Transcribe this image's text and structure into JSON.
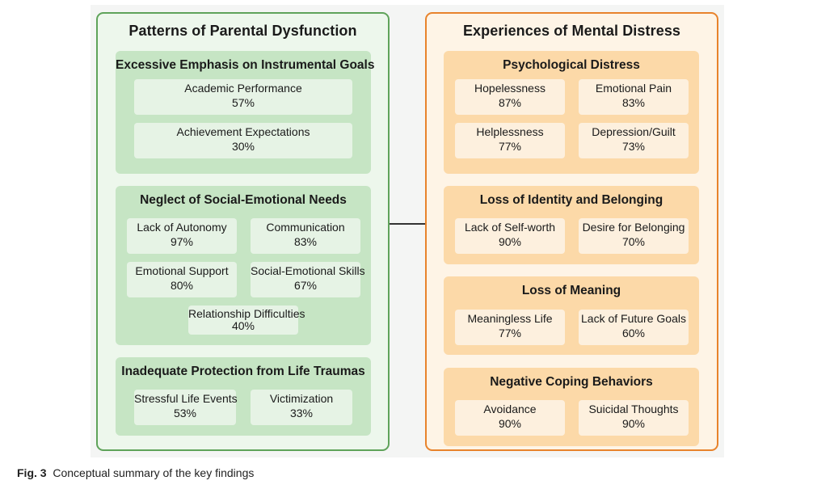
{
  "left_panel": {
    "title": "Patterns of Parental Dysfunction",
    "groups": [
      {
        "title": "Excessive Emphasis on Instrumental Goals",
        "items": [
          {
            "label": "Academic Performance",
            "percent": "57%"
          },
          {
            "label": "Achievement Expectations",
            "percent": "30%"
          }
        ]
      },
      {
        "title": "Neglect of Social-Emotional Needs",
        "items": [
          {
            "label": "Lack of Autonomy",
            "percent": "97%"
          },
          {
            "label": "Communication",
            "percent": "83%"
          },
          {
            "label": "Emotional Support",
            "percent": "80%"
          },
          {
            "label": "Social-Emotional Skills",
            "percent": "67%"
          },
          {
            "label": "Relationship Difficulties",
            "percent": "40%"
          }
        ]
      },
      {
        "title": "Inadequate Protection from Life Traumas",
        "items": [
          {
            "label": "Stressful Life Events",
            "percent": "53%"
          },
          {
            "label": "Victimization",
            "percent": "33%"
          }
        ]
      }
    ]
  },
  "right_panel": {
    "title": "Experiences of Mental Distress",
    "groups": [
      {
        "title": "Psychological Distress",
        "items": [
          {
            "label": "Hopelessness",
            "percent": "87%"
          },
          {
            "label": "Emotional Pain",
            "percent": "83%"
          },
          {
            "label": "Helplessness",
            "percent": "77%"
          },
          {
            "label": "Depression/Guilt",
            "percent": "73%"
          }
        ]
      },
      {
        "title": "Loss of Identity and Belonging",
        "items": [
          {
            "label": "Lack of Self-worth",
            "percent": "90%"
          },
          {
            "label": "Desire for Belonging",
            "percent": "70%"
          }
        ]
      },
      {
        "title": "Loss of Meaning",
        "items": [
          {
            "label": "Meaningless Life",
            "percent": "77%"
          },
          {
            "label": "Lack of Future Goals",
            "percent": "60%"
          }
        ]
      },
      {
        "title": "Negative Coping Behaviors",
        "items": [
          {
            "label": "Avoidance",
            "percent": "90%"
          },
          {
            "label": "Suicidal Thoughts",
            "percent": "90%"
          }
        ]
      }
    ]
  },
  "caption": {
    "label": "Fig. 3",
    "text": "Conceptual summary of the key findings"
  },
  "colors": {
    "left_border": "#5fa35a",
    "left_fill": "#edf7ec",
    "left_group": "#c6e5c4",
    "left_item": "#e6f3e5",
    "right_border": "#e8832c",
    "right_fill": "#fef4e6",
    "right_group": "#fcd9a8",
    "right_item": "#fdf0de"
  }
}
